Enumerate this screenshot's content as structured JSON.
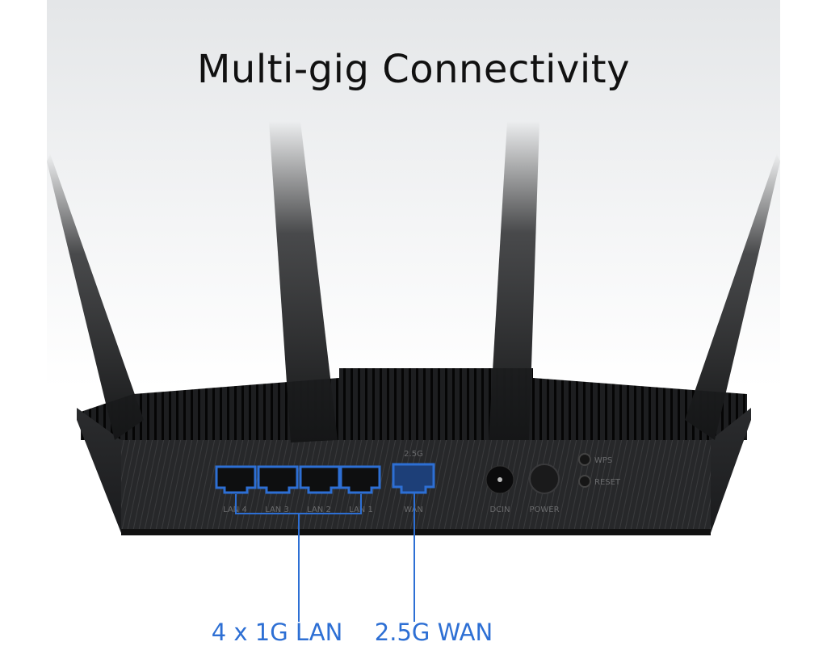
{
  "title": "Multi-gig Connectivity",
  "ports": {
    "lan": [
      "LAN 4",
      "LAN 3",
      "LAN 2",
      "LAN 1"
    ],
    "wan_speed": "2.5G",
    "wan": "WAN",
    "dcin": "DCIN",
    "power": "POWER",
    "wps": "WPS",
    "reset": "RESET"
  },
  "callouts": {
    "lan": "4 x 1G LAN",
    "wan": "2.5G WAN"
  },
  "colors": {
    "accent": "#2d6fd4",
    "body": "#1c1d1f"
  }
}
